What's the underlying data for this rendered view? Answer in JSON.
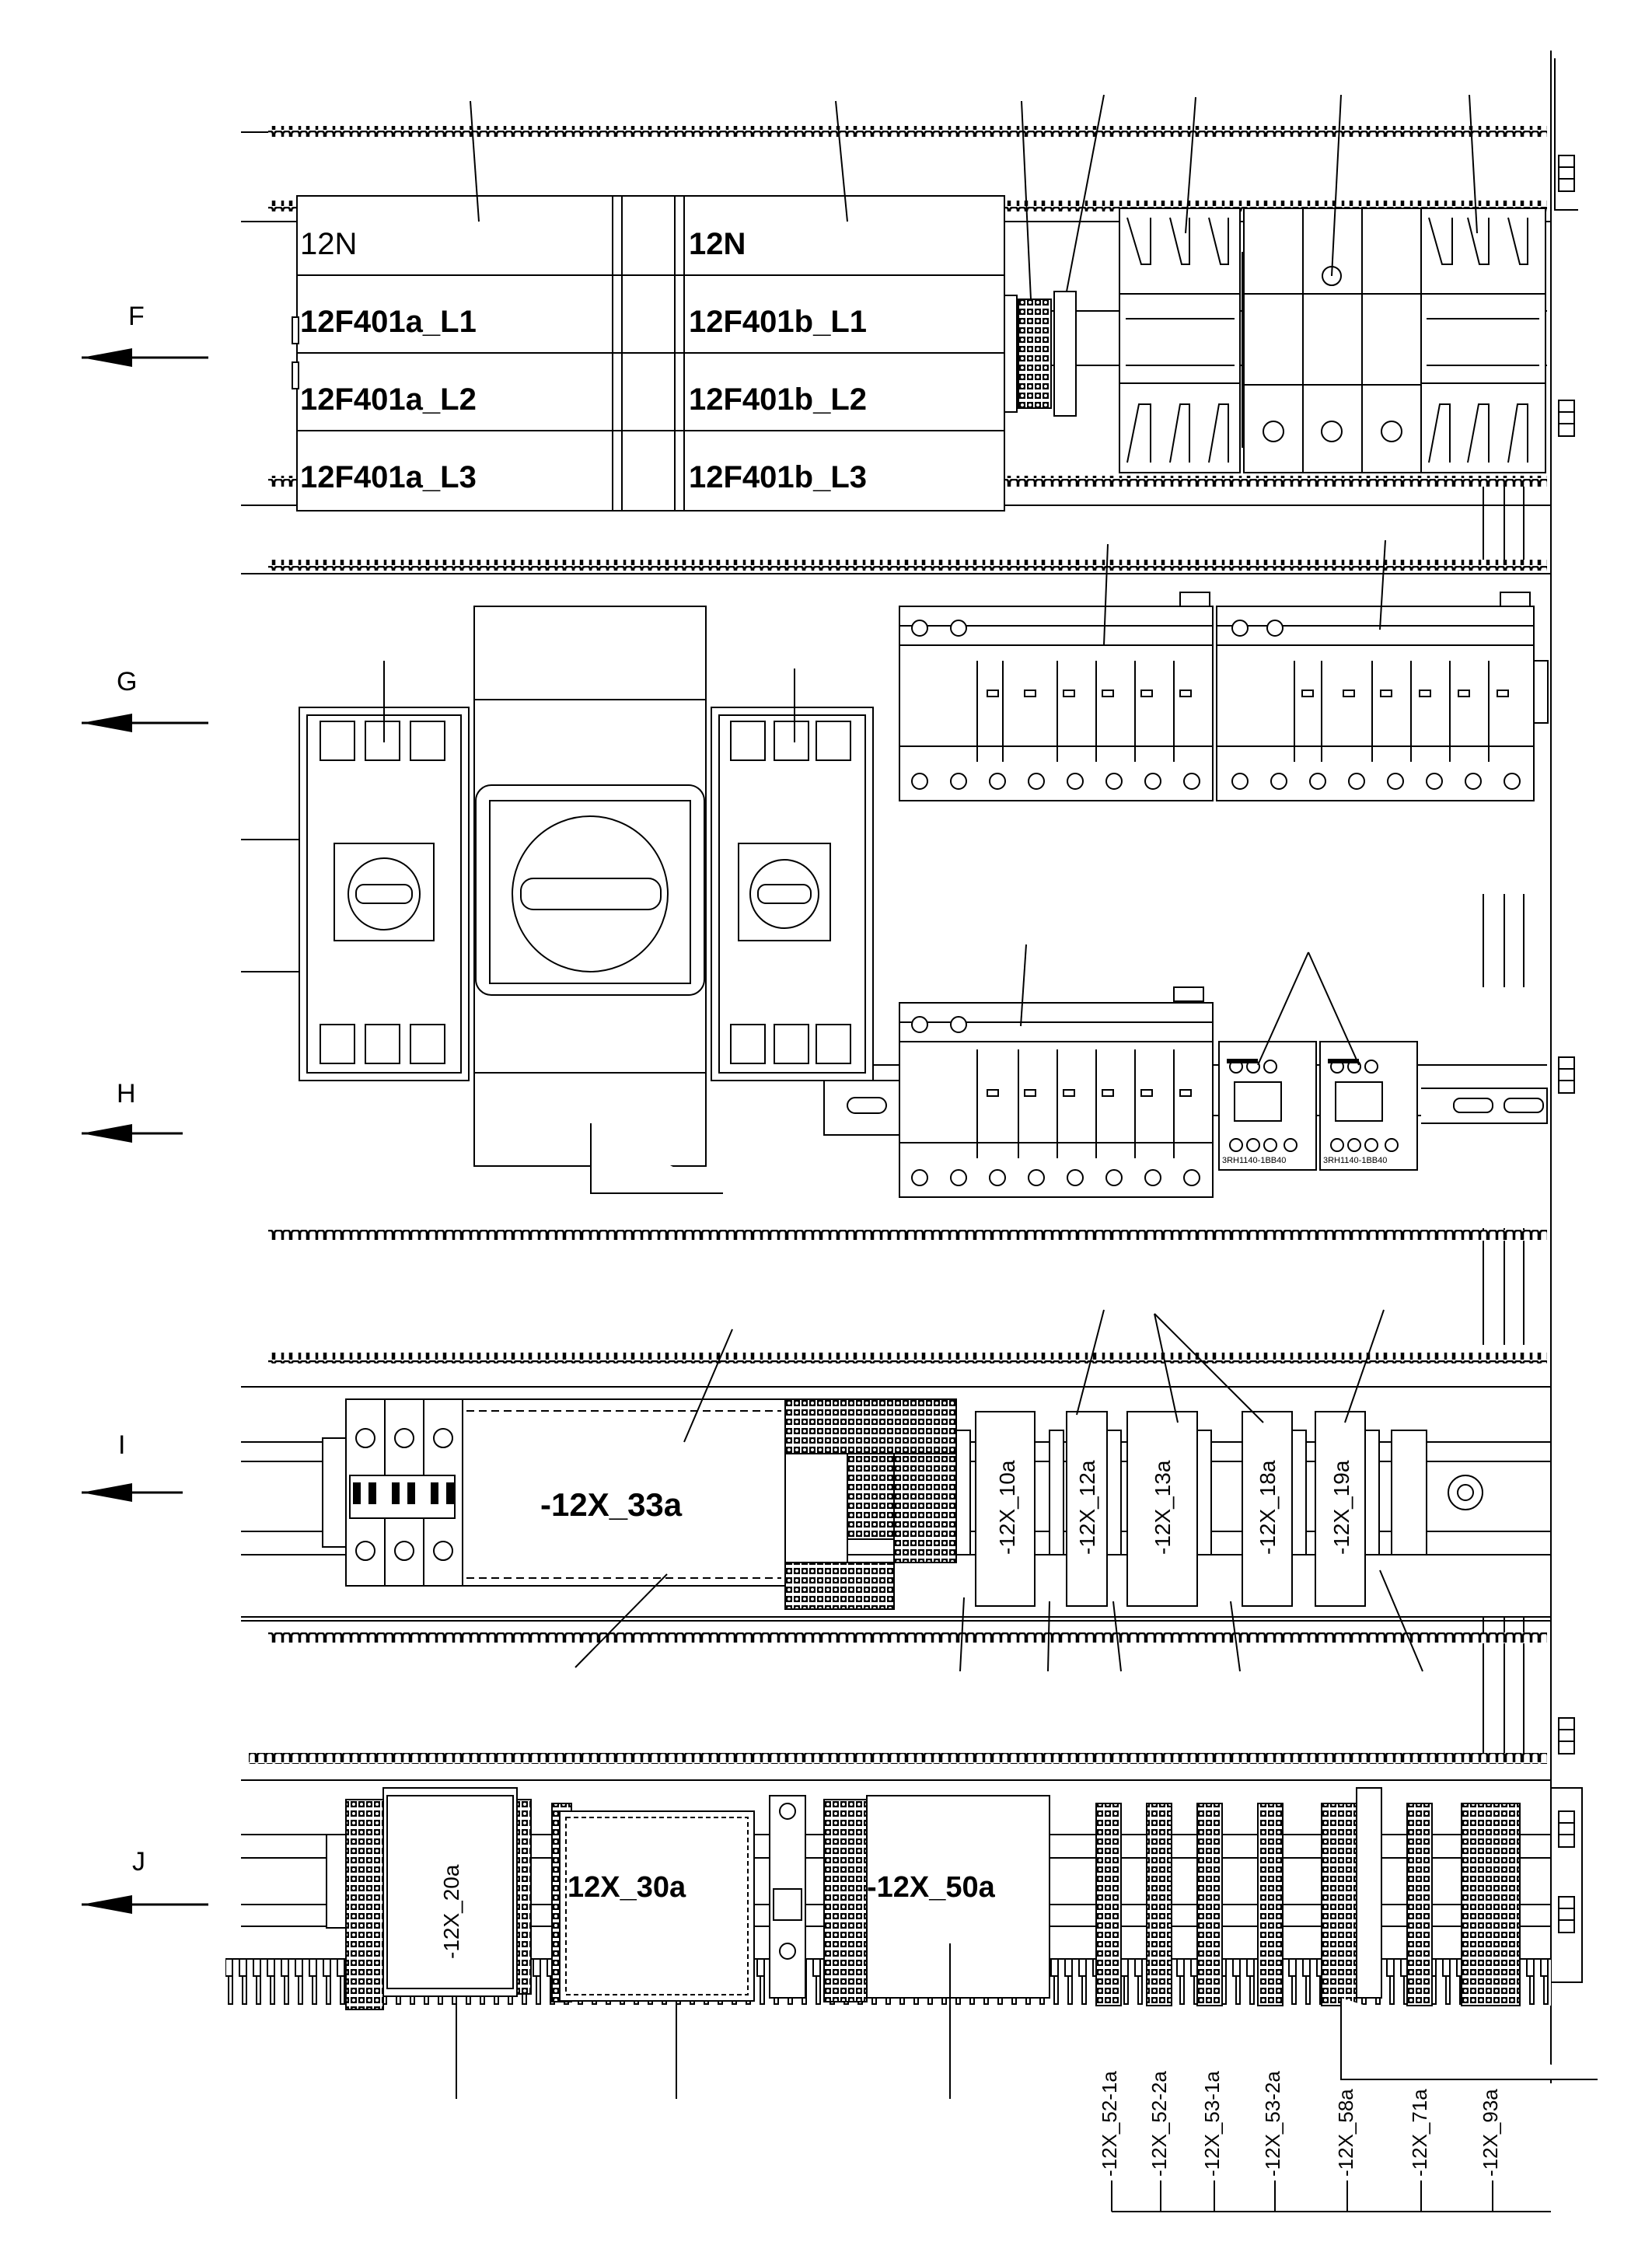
{
  "rows": [
    {
      "id": "F",
      "arrow_label": "F"
    },
    {
      "id": "G",
      "arrow_label": "G"
    },
    {
      "id": "H",
      "arrow_label": "H"
    },
    {
      "id": "I",
      "arrow_label": "I"
    },
    {
      "id": "J",
      "arrow_label": "J"
    }
  ],
  "row_f": {
    "left_table": [
      "12N",
      "12F401a_L1",
      "12F401a_L2",
      "12F401a_L3"
    ],
    "right_table": [
      "12N",
      "12F401b_L1",
      "12F401b_L2",
      "12F401b_L3"
    ]
  },
  "row_h": {
    "relay_text_1": "3RH1140-1BB40",
    "relay_text_2": "3RH1140-1BB40"
  },
  "row_i": {
    "big_block": "-12X_33a",
    "modules": [
      "-12X_10a",
      "-12X_12a",
      "-12X_13a",
      "-12X_18a",
      "-12X_19a"
    ]
  },
  "row_j": {
    "blocks": [
      "-12X_20a",
      "12X_30a",
      "-12X_50a"
    ],
    "terminal_labels": [
      "-12X_52-1a",
      "-12X_52-2a",
      "-12X_53-1a",
      "-12X_53-2a",
      "-12X_58a",
      "-12X_71a",
      "-12X_93a"
    ]
  },
  "colors": {
    "line": "#000000",
    "background": "#ffffff"
  }
}
